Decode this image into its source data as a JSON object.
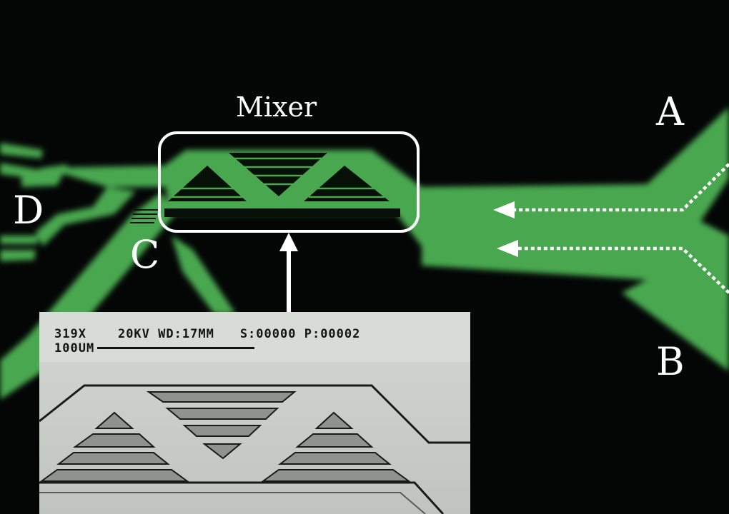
{
  "labels": {
    "a": "A",
    "b": "B",
    "c": "C",
    "d": "D",
    "mixer": "Mixer"
  },
  "sem_inset": {
    "magnification": "319X",
    "voltage": "20KV",
    "working_distance": "WD:17MM",
    "s_counter": "S:00000",
    "p_counter": "P:00002",
    "scale": "100UM"
  },
  "colors": {
    "background": "#040606",
    "channel": "#4aa84f",
    "annotation": "#ffffff",
    "sem_background": "#c9cdc9",
    "sem_text": "#141414"
  }
}
